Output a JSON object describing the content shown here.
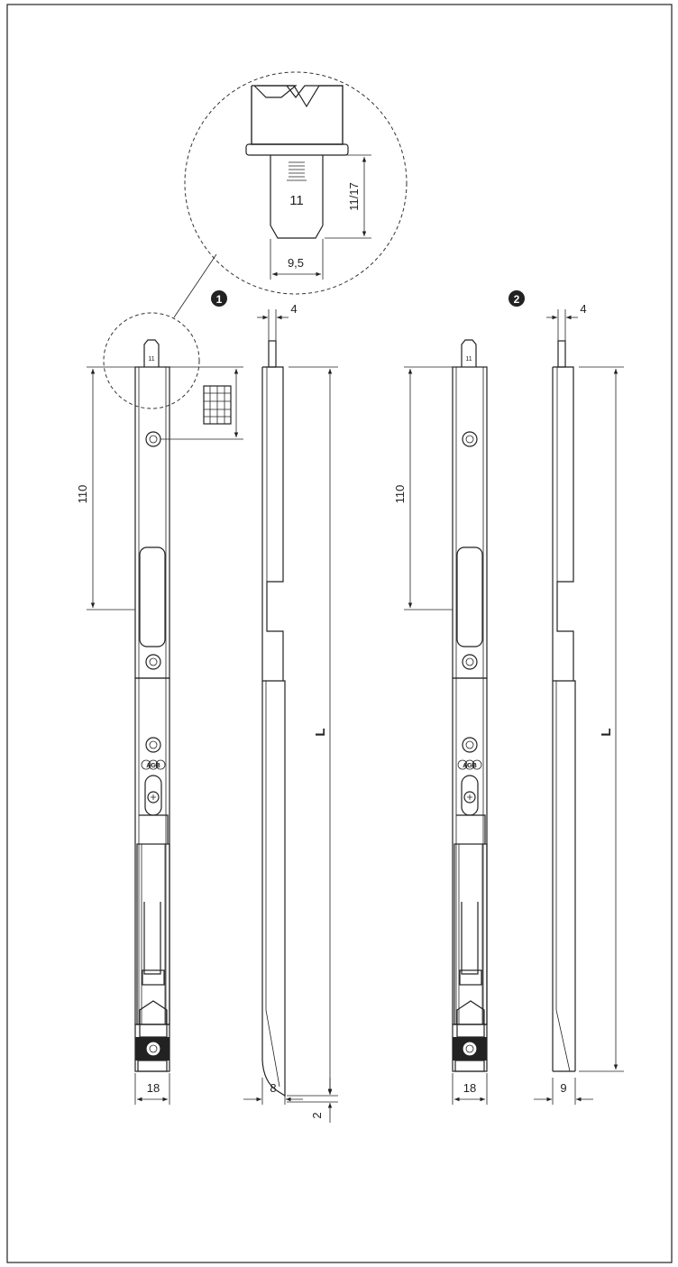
{
  "markers": {
    "one": "1",
    "two": "2"
  },
  "detail": {
    "stamp": "11",
    "length": "11/17",
    "width": "9,5"
  },
  "view1": {
    "stamp": "11",
    "dim_110": "110",
    "dim_18": "18",
    "logo": "AGB"
  },
  "side1": {
    "dim_4": "4",
    "dim_L": "L",
    "dim_8": "8",
    "dim_2": "2"
  },
  "view2": {
    "stamp": "11",
    "dim_110": "110",
    "dim_18": "18",
    "logo": "AGB"
  },
  "side2": {
    "dim_4": "4",
    "dim_L": "L",
    "dim_9": "9"
  }
}
